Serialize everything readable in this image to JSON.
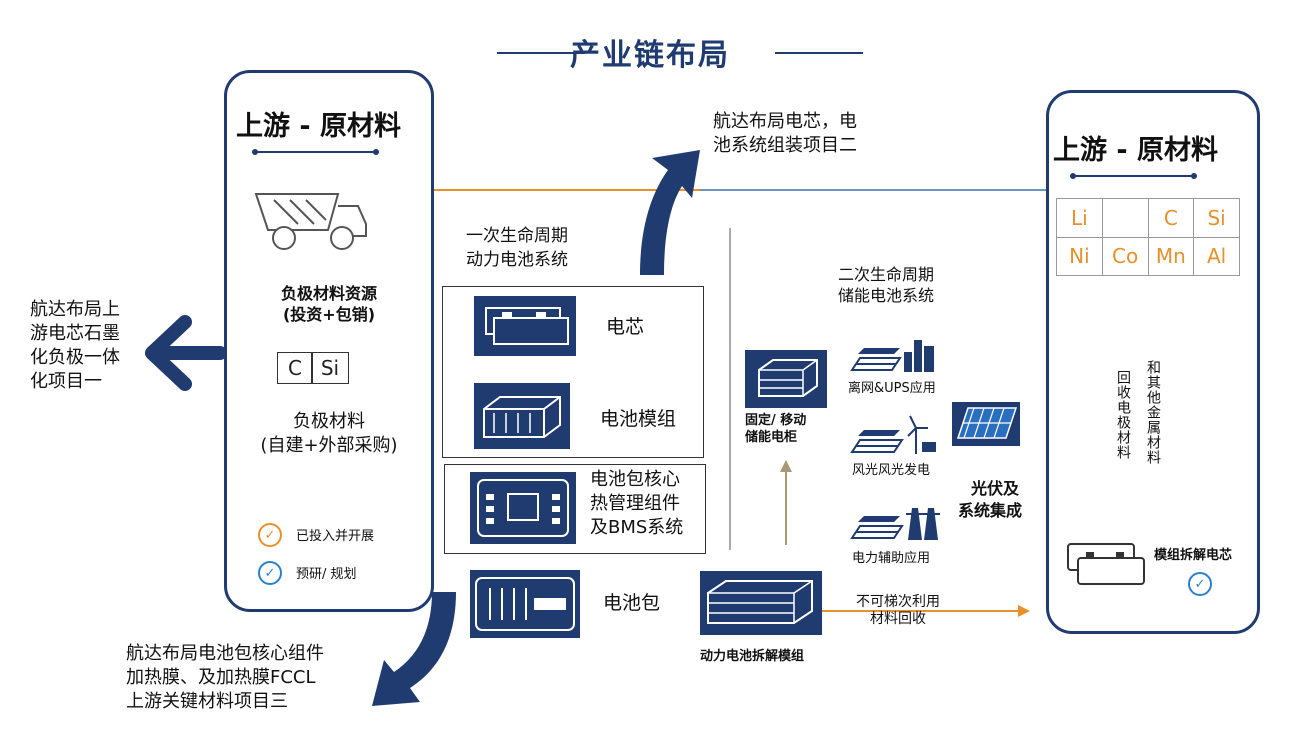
{
  "title": "产业链布局",
  "left_panel": {
    "title": "上游 - 原材料",
    "resource_label": "负极材料资源",
    "resource_sub": "(投资+包销)",
    "elements": [
      "C",
      "Si"
    ],
    "material_label": "负极材料",
    "material_sub": "(自建+外部采购)",
    "legend_done": "已投入并开展",
    "legend_plan": "预研/ 规划"
  },
  "right_panel": {
    "title": "上游 - 原材料",
    "elements": [
      "Li",
      "",
      "C",
      "Si",
      "Ni",
      "Co",
      "Mn",
      "Al"
    ],
    "recycle_text": "回收电极材料",
    "other_metals_text": "和其他金属材料",
    "disassemble_label": "模组拆解电芯"
  },
  "callouts": {
    "project_one": [
      "航达布局上",
      "游电芯石墨",
      "化负极一体",
      "化项目一"
    ],
    "project_two": [
      "航达布局电芯，电",
      "池系统组装项目二"
    ],
    "project_three": [
      "航达布局电池包核心组件",
      "加热膜、及加热膜FCCL",
      "上游关键材料项目三"
    ]
  },
  "first_life": {
    "heading": [
      "一次生命周期",
      "动力电池系统"
    ],
    "cell": "电芯",
    "module": "电池模组",
    "core_parts": [
      "电池包核心",
      "热管理组件",
      "及BMS系统"
    ],
    "pack": "电池包"
  },
  "second_life": {
    "heading": [
      "二次生命周期",
      "储能电池系统"
    ],
    "storage_cabinet": [
      "固定/ 移动",
      "储能电柜"
    ],
    "offgrid": "离网&UPS应用",
    "windsolar": "风光风光发电",
    "aux": "电力辅助应用",
    "pv": [
      "光伏及",
      "系统集成"
    ],
    "disassembly_module": "动力电池拆解模组",
    "non_cascade": [
      "不可梯次利用",
      "材料回收"
    ]
  },
  "colors": {
    "navy": "#1f3b70",
    "orange": "#e8902a",
    "blue_check": "#2a7fd0",
    "steelblue": "#6d93bf",
    "olive": "#a89878"
  }
}
